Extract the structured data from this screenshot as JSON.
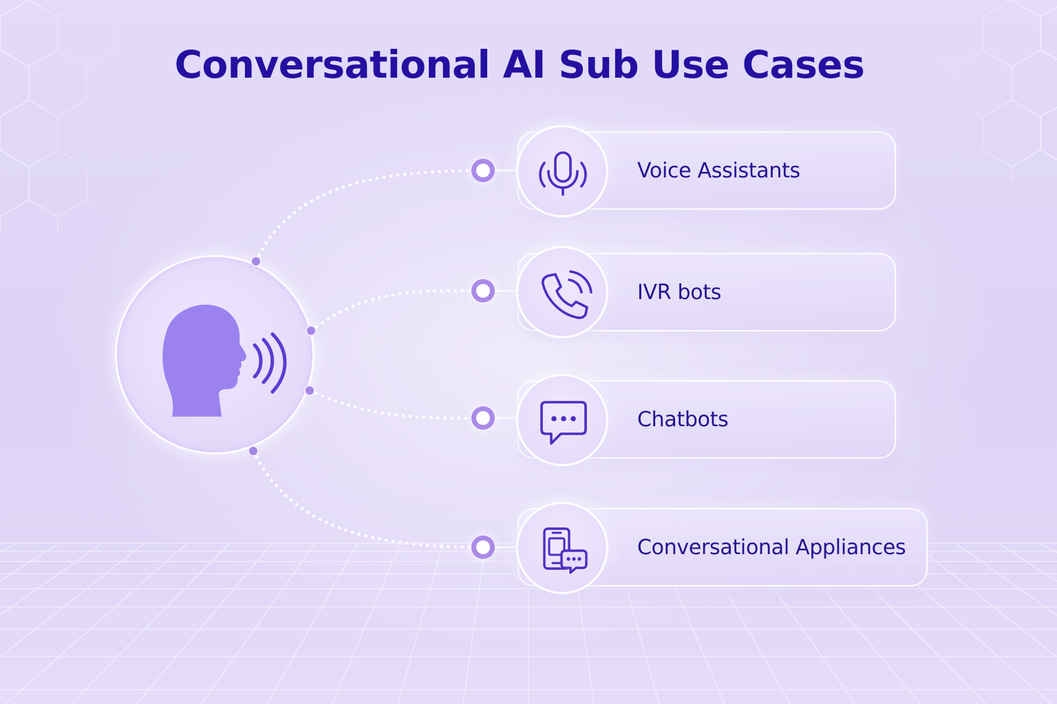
{
  "title": "Conversational AI Sub Use Cases",
  "hub": {
    "icon": "speaking-head-icon"
  },
  "items": [
    {
      "label": "Voice Assistants",
      "icon": "microphone-icon"
    },
    {
      "label": "IVR bots",
      "icon": "phone-call-icon"
    },
    {
      "label": "Chatbots",
      "icon": "chat-bubble-icon"
    },
    {
      "label": "Conversational Appliances",
      "icon": "device-chat-icon"
    }
  ],
  "colors": {
    "title": "#2410a0",
    "label": "#22148e",
    "icon_stroke": "#4a2fc0",
    "head_fill": "#9c82ee",
    "node_ring": "#a98ae8",
    "background": "#e0d7f7"
  }
}
